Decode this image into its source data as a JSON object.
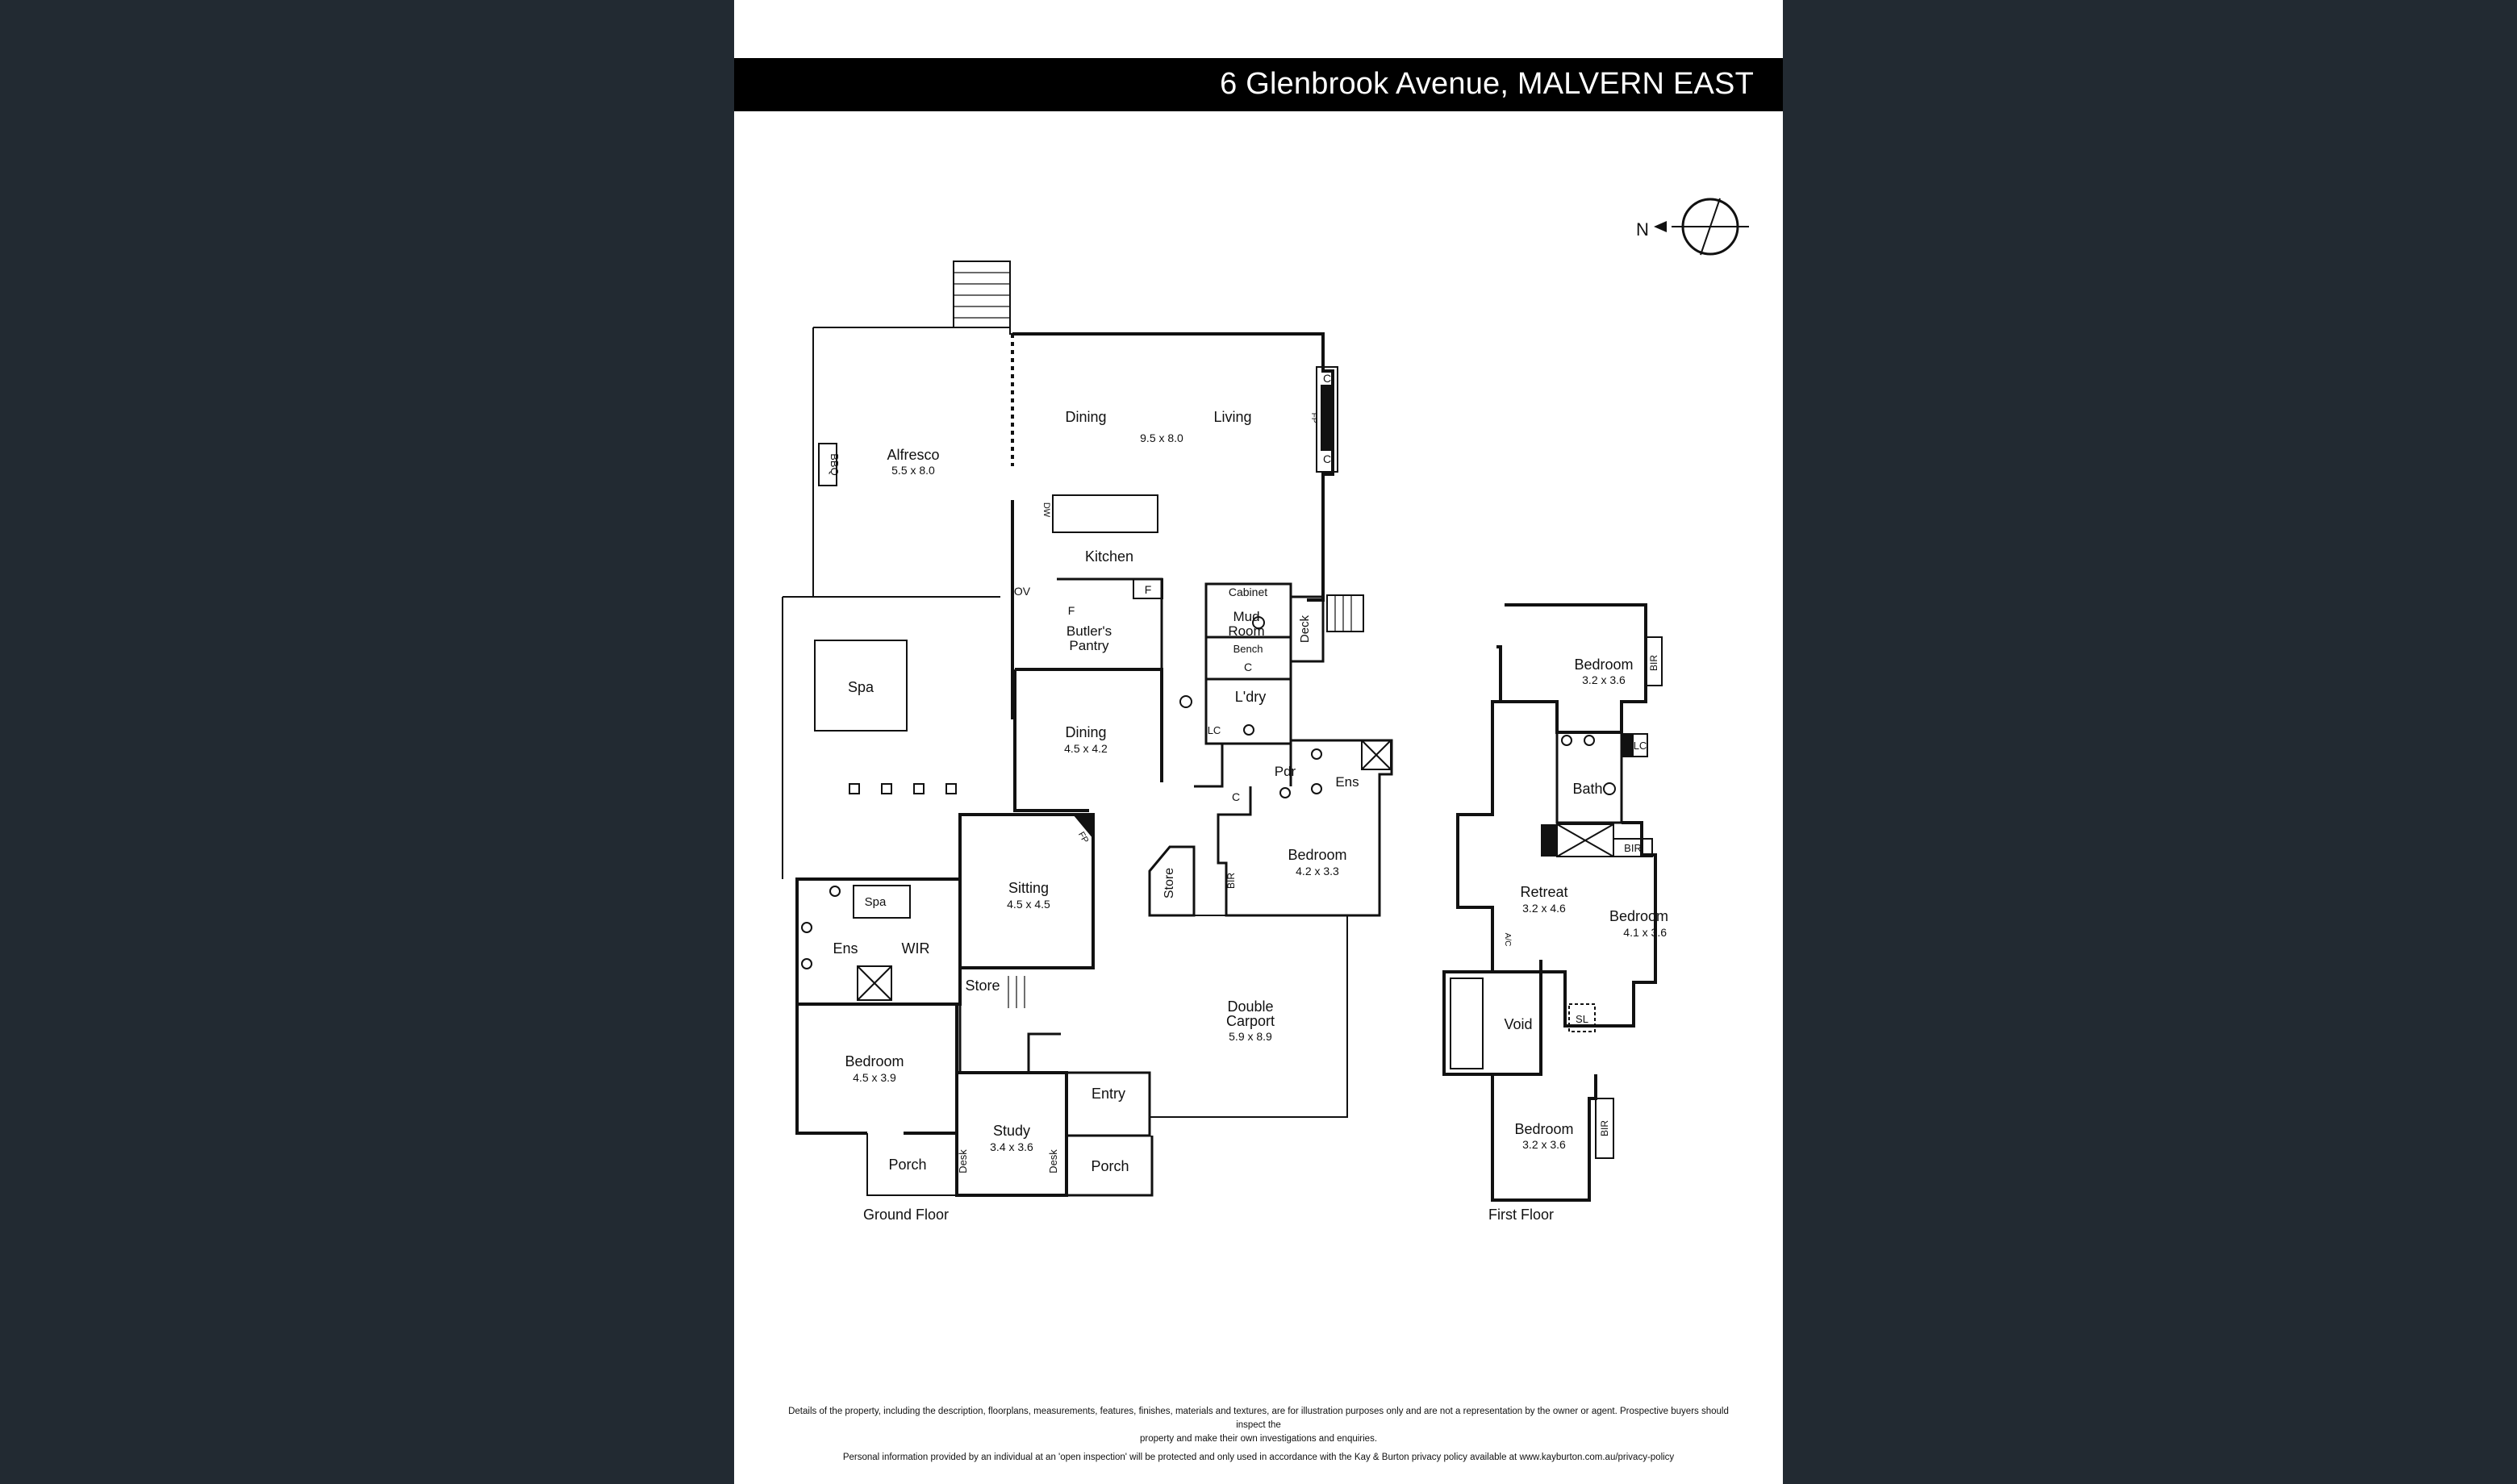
{
  "header": {
    "address": "6 Glenbrook Avenue, MALVERN EAST"
  },
  "compass": {
    "north_label": "N"
  },
  "colors": {
    "background": "#222a32",
    "sheet": "#ffffff",
    "title_bar": "#000000",
    "wall": "#111111"
  },
  "floors": {
    "ground": "Ground Floor",
    "first": "First Floor"
  },
  "rooms": {
    "alfresco": {
      "name": "Alfresco",
      "size": "5.5 x 8.0"
    },
    "dining_main": {
      "name": "Dining"
    },
    "living": {
      "name": "Living",
      "size": "9.5 x 8.0"
    },
    "kitchen": {
      "name": "Kitchen"
    },
    "butlers_pantry": {
      "name_line1": "Butler's",
      "name_line2": "Pantry"
    },
    "spa_outdoor": {
      "name": "Spa"
    },
    "dining2": {
      "name": "Dining",
      "size": "4.5 x 4.2"
    },
    "sitting": {
      "name": "Sitting",
      "size": "4.5 x 4.5"
    },
    "mud_room": {
      "name_line1": "Mud",
      "name_line2": "Room"
    },
    "laundry": {
      "name": "L'dry"
    },
    "ensuite_right": {
      "name": "Ens"
    },
    "powder": {
      "name": "Pdr"
    },
    "bedroom_gf_right": {
      "name": "Bedroom",
      "size": "4.2 x 3.3"
    },
    "ensuite_left": {
      "name": "Ens"
    },
    "wir": {
      "name": "WIR"
    },
    "spa_bath": {
      "name": "Spa"
    },
    "store_mid": {
      "name": "Store"
    },
    "store_side": {
      "name": "Store"
    },
    "bedroom_gf_left": {
      "name": "Bedroom",
      "size": "4.5 x 3.9"
    },
    "study": {
      "name": "Study",
      "size": "3.4 x 3.6"
    },
    "entry": {
      "name": "Entry"
    },
    "porch_left": {
      "name": "Porch"
    },
    "porch_right": {
      "name": "Porch"
    },
    "carport": {
      "name_line1": "Double",
      "name_line2": "Carport",
      "size": "5.9 x 8.9"
    },
    "deck": {
      "name": "Deck"
    },
    "bedroom_ff_top": {
      "name": "Bedroom",
      "size": "3.2 x 3.6"
    },
    "bath": {
      "name": "Bath"
    },
    "retreat": {
      "name": "Retreat",
      "size": "3.2 x 4.6"
    },
    "bedroom_ff_right": {
      "name": "Bedroom",
      "size": "4.1 x 3.6"
    },
    "void": {
      "name": "Void"
    },
    "bedroom_ff_bottom": {
      "name": "Bedroom",
      "size": "3.2 x 3.6"
    }
  },
  "fixtures": {
    "bbq": "BBQ",
    "fridge": "F",
    "oven": "OV",
    "dishwasher": "DW",
    "cabinet": "Cabinet",
    "bench": "Bench",
    "cupboard": "C",
    "linen": "LC",
    "fireplace": "FP",
    "bir": "BIR",
    "desk": "Desk",
    "skylight": "SL",
    "aircon": "A/C"
  },
  "disclaimer": {
    "line1": "Details of the property, including the description, floorplans, measurements, features, finishes, materials and textures, are for illustration purposes only and are not a representation by the owner or agent.  Prospective buyers should inspect the",
    "line2": "property and make their own investigations and enquiries.",
    "line3": "Personal information provided by an individual at an 'open inspection' will be protected and only used in accordance with the Kay & Burton privacy policy available at www.kayburton.com.au/privacy-policy"
  }
}
